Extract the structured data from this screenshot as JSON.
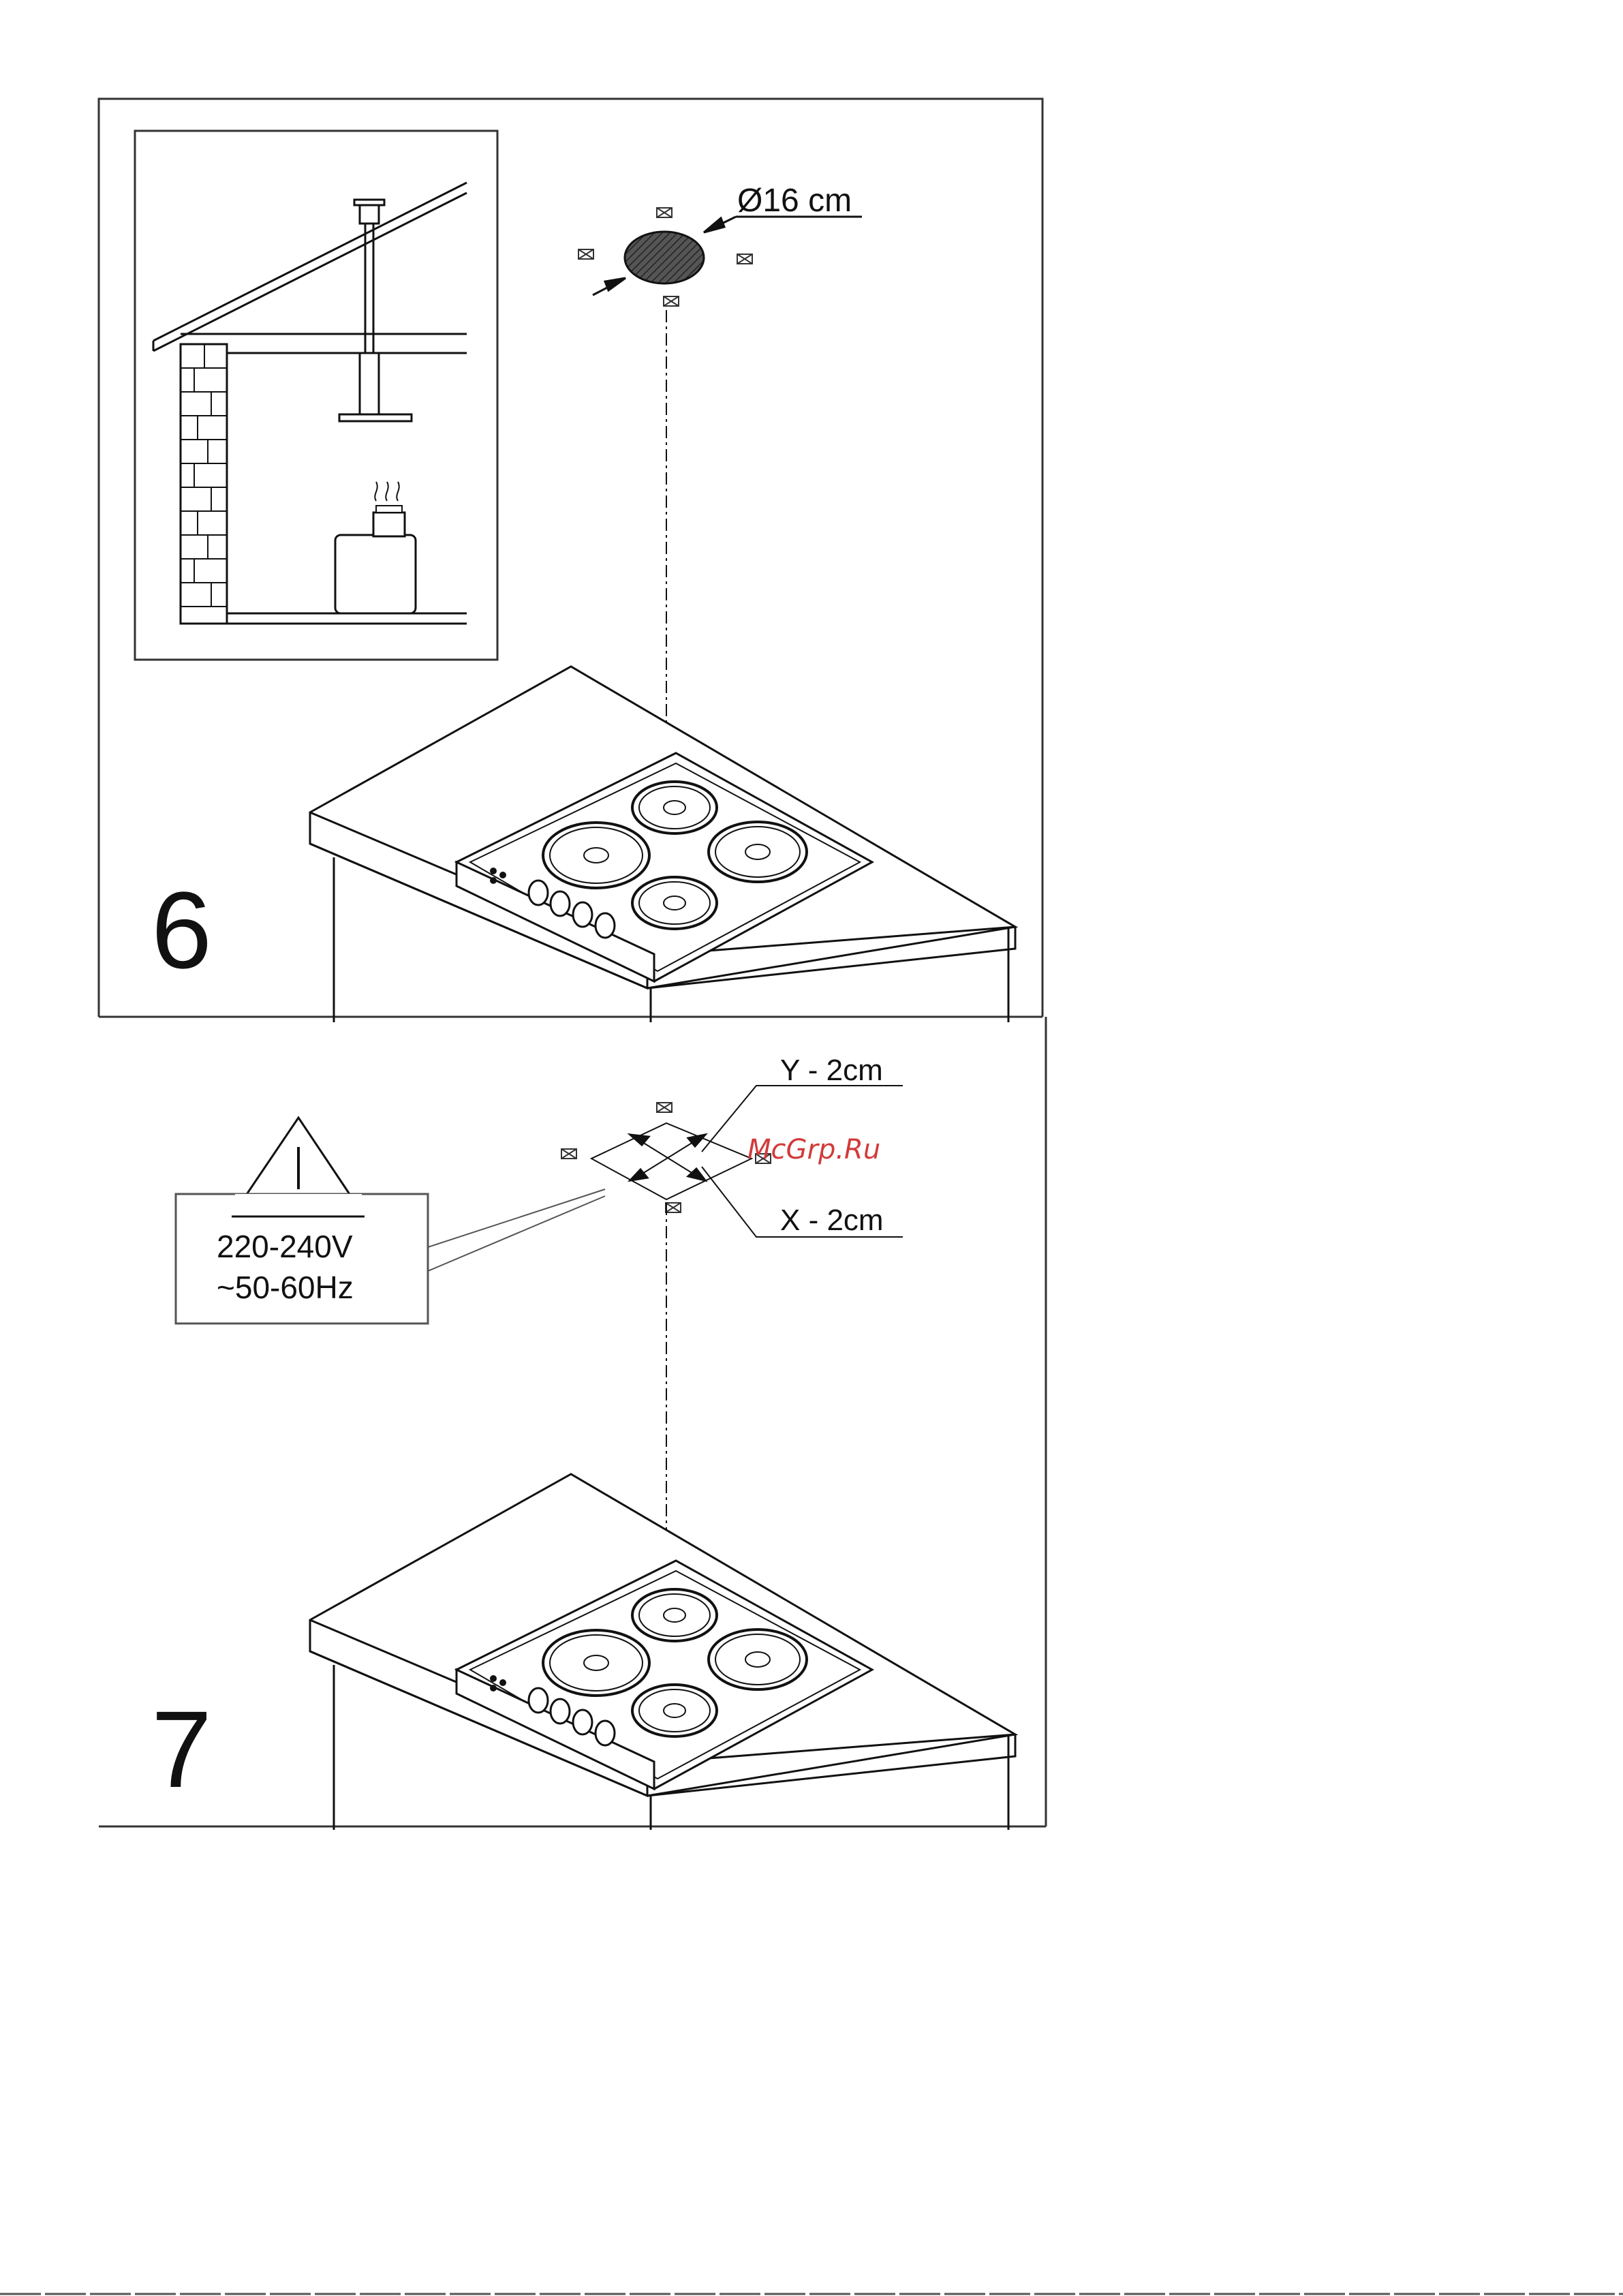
{
  "figure6": {
    "number": "6",
    "hole_diameter": "Ø16 cm"
  },
  "figure7": {
    "number": "7",
    "offset_y": "Y - 2cm",
    "offset_x": "X - 2cm",
    "voltage": "220-240V",
    "frequency": "~50-60Hz"
  },
  "watermark": {
    "text": "McGrp.Ru",
    "color": "#d23a3a"
  },
  "icons": {
    "fixing_point": "fixing-point-cross-icon",
    "warning": "warning-triangle-icon"
  }
}
